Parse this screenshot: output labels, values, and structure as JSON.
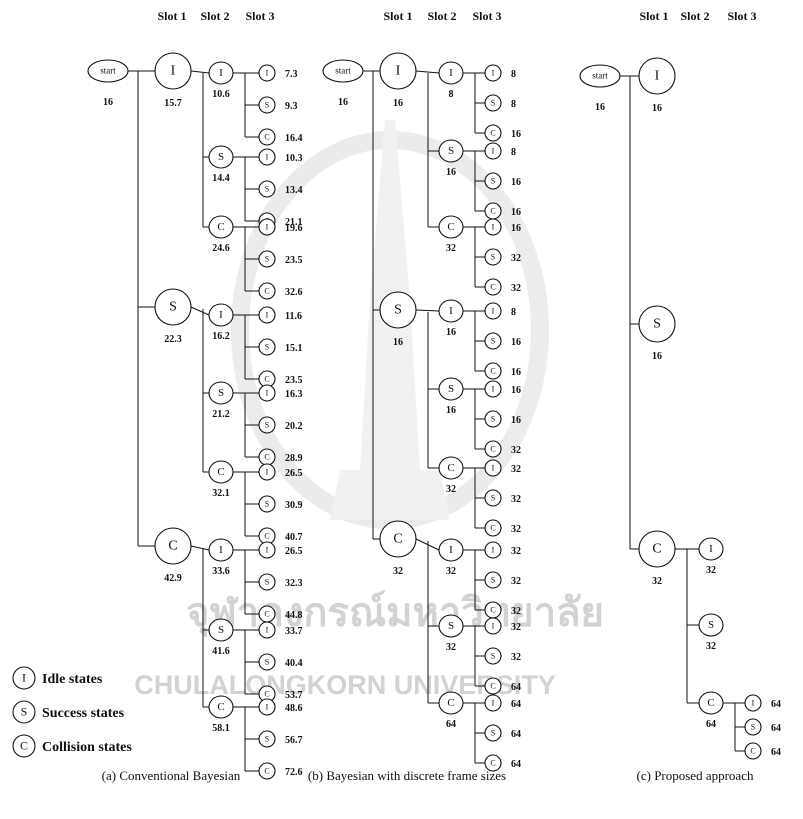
{
  "slot_headers": [
    "Slot 1",
    "Slot 2",
    "Slot 3"
  ],
  "start_label": "start",
  "state_letters": {
    "idle": "I",
    "success": "S",
    "collision": "C"
  },
  "legend": [
    {
      "letter": "I",
      "label": "Idle states"
    },
    {
      "letter": "S",
      "label": "Success states"
    },
    {
      "letter": "C",
      "label": "Collision states"
    }
  ],
  "watermark": {
    "thai": "จุฬาลงกรณ์มหาวิทยาลัย",
    "english": "CHULALONGKORN UNIVERSITY"
  },
  "trees": [
    {
      "caption": "(a) Conventional Bayesian",
      "start_value": "16",
      "slot1": [
        {
          "state": "I",
          "value": "15.7",
          "slot2": [
            {
              "state": "I",
              "value": "10.6",
              "slot3": [
                "7.3",
                "9.3",
                "16.4"
              ]
            },
            {
              "state": "S",
              "value": "14.4",
              "slot3": [
                "10.3",
                "13.4",
                "21.1"
              ]
            },
            {
              "state": "C",
              "value": "24.6",
              "slot3": [
                "19.6",
                "23.5",
                "32.6"
              ]
            }
          ]
        },
        {
          "state": "S",
          "value": "22.3",
          "slot2": [
            {
              "state": "I",
              "value": "16.2",
              "slot3": [
                "11.6",
                "15.1",
                "23.5"
              ]
            },
            {
              "state": "S",
              "value": "21.2",
              "slot3": [
                "16.3",
                "20.2",
                "28.9"
              ]
            },
            {
              "state": "C",
              "value": "32.1",
              "slot3": [
                "26.5",
                "30.9",
                "40.7"
              ]
            }
          ]
        },
        {
          "state": "C",
          "value": "42.9",
          "slot2": [
            {
              "state": "I",
              "value": "33.6",
              "slot3": [
                "26.5",
                "32.3",
                "44.8"
              ]
            },
            {
              "state": "S",
              "value": "41.6",
              "slot3": [
                "33.7",
                "40.4",
                "53.7"
              ]
            },
            {
              "state": "C",
              "value": "58.1",
              "slot3": [
                "48.6",
                "56.7",
                "72.6"
              ]
            }
          ]
        }
      ]
    },
    {
      "caption": "(b) Bayesian with discrete frame sizes",
      "start_value": "16",
      "slot1": [
        {
          "state": "I",
          "value": "16",
          "slot2": [
            {
              "state": "I",
              "value": "8",
              "slot3": [
                "8",
                "8",
                "16"
              ]
            },
            {
              "state": "S",
              "value": "16",
              "slot3": [
                "8",
                "16",
                "16"
              ]
            },
            {
              "state": "C",
              "value": "32",
              "slot3": [
                "16",
                "32",
                "32"
              ]
            }
          ]
        },
        {
          "state": "S",
          "value": "16",
          "slot2": [
            {
              "state": "I",
              "value": "16",
              "slot3": [
                "8",
                "16",
                "16"
              ]
            },
            {
              "state": "S",
              "value": "16",
              "slot3": [
                "16",
                "16",
                "32"
              ]
            },
            {
              "state": "C",
              "value": "32",
              "slot3": [
                "32",
                "32",
                "32"
              ]
            }
          ]
        },
        {
          "state": "C",
          "value": "32",
          "slot2": [
            {
              "state": "I",
              "value": "32",
              "slot3": [
                "32",
                "32",
                "32"
              ]
            },
            {
              "state": "S",
              "value": "32",
              "slot3": [
                "32",
                "32",
                "64"
              ]
            },
            {
              "state": "C",
              "value": "64",
              "slot3": [
                "64",
                "64",
                "64"
              ]
            }
          ]
        }
      ]
    },
    {
      "caption": "(c) Proposed approach",
      "start_value": "16",
      "slot1": [
        {
          "state": "I",
          "value": "16"
        },
        {
          "state": "S",
          "value": "16"
        },
        {
          "state": "C",
          "value": "32",
          "slot2": [
            {
              "state": "I",
              "value": "32"
            },
            {
              "state": "S",
              "value": "32"
            },
            {
              "state": "C",
              "value": "64",
              "slot3": [
                "64",
                "64",
                "64"
              ]
            }
          ]
        }
      ]
    }
  ]
}
